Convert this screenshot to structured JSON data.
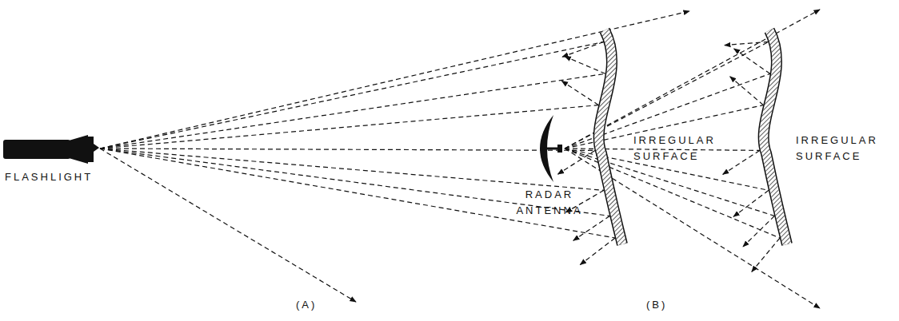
{
  "diagram": {
    "labels": [
      "FLASHLIGHT",
      "IRREGULAR SURFACE",
      "(A)",
      "RADAR ANTENNA",
      "IRREGULAR SURFACE",
      "(B)"
    ]
  }
}
